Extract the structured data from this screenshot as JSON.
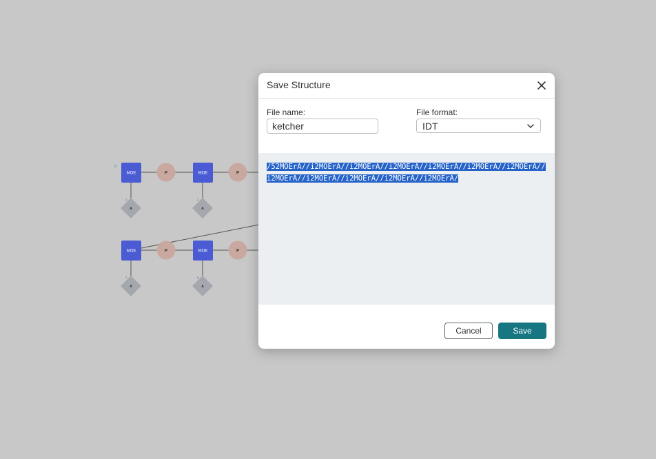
{
  "canvas": {
    "end_label": "5'",
    "row1": {
      "sugars": [
        "MOE",
        "MOE"
      ],
      "phosphates": [
        "P",
        "P"
      ],
      "bases": [
        {
          "letter": "A",
          "number": "1"
        },
        {
          "letter": "A",
          "number": "2"
        }
      ]
    },
    "row2": {
      "sugars": [
        "MOE",
        "MOE"
      ],
      "phosphates": [
        "P",
        "P"
      ],
      "bases": [
        {
          "letter": "A",
          "number": "7"
        },
        {
          "letter": "A",
          "number": "8"
        }
      ]
    },
    "colors": {
      "sugar": "#4a5bd4",
      "phosphate": "#c9a8a0",
      "base": "#a4a7ad"
    }
  },
  "dialog": {
    "title": "Save Structure",
    "close_icon": "close-icon",
    "filename_label": "File name:",
    "filename_value": "ketcher",
    "format_label": "File format:",
    "format_value": "IDT",
    "preview_text": "/52MOErA//i2MOErA//i2MOErA//i2MOErA//i2MOErA//i2MOErA//i2MOErA//i2MOErA//i2MOErA//i2MOErA//i2MOErA//i2MOErA/",
    "cancel_label": "Cancel",
    "save_label": "Save",
    "colors": {
      "primary": "#167782",
      "selection": "#2563c9",
      "preview_bg": "#eceff2"
    }
  }
}
